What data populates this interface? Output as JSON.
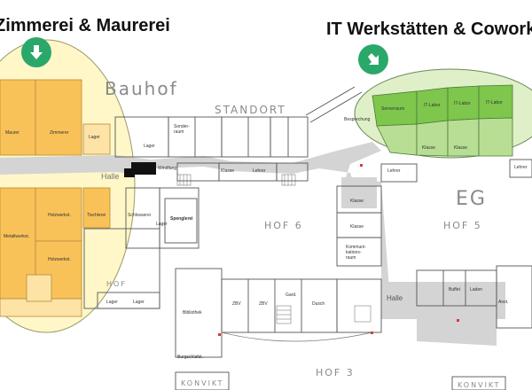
{
  "headings": {
    "left": "Zimmerei & Maurerei",
    "right": "IT Werkstätten & Cowork"
  },
  "areas": {
    "bauhof": "Bauhof",
    "standort": "STANDORT",
    "eg": "EG",
    "hof6": "HOF 6",
    "hof5": "HOF 5",
    "hof3": "HOF 3",
    "hof": "HOF",
    "konvikt_left": "KONVIKT",
    "konvikt_right": "KONVIKT"
  },
  "rooms": {
    "halle_left": "Halle",
    "halle_right": "Halle",
    "lager_1": "Lager",
    "lager_2": "Lager",
    "lager_3": "Lager",
    "lager_4": "Lager",
    "lager_5": "Lager",
    "schlosserei": "Schlosserei",
    "spenglerei": "Spenglerei",
    "windfang": "Windfang",
    "klasse_1": "Klasse",
    "klasse_2": "Klasse",
    "klasse_3": "Klasse",
    "klasse_4": "Klasse",
    "klasse_5": "Klasse",
    "lehrer_1": "Lehrer",
    "lehrer_2": "Lehrer",
    "lehrer_3": "Lehrer",
    "kommunikationsraum": "Kommuni-\nkations-\nraum",
    "bibliothek": "Bibliothek",
    "zbv_1": "ZBV",
    "zbv_2": "ZBV",
    "garde": "Gard.",
    "buffet": "Buffet",
    "laden": "Laden",
    "anst": "Anst.",
    "maurer": "Maurer",
    "zimmerer": "Zimmerer",
    "holzwerkstatt": "Holzwerkst.",
    "metallwerkstatt": "Metallwerkst.",
    "holzwerkstatt_2": "Holzwerkst.",
    "tischlerei": "Tischlerei",
    "sonder": "Sonder-\nraum",
    "serverraum": "Serverraum",
    "it_labor_1": "IT-Labor",
    "it_labor_2": "IT-Labor",
    "it_labor_3": "IT-Labor",
    "besprechung": "Besprechung",
    "dusch": "Dusch",
    "burgschule": "Burgschlafst."
  },
  "colors": {
    "highlight_orange": "#f9c259",
    "highlight_orange_light": "#fde3a6",
    "ellipse_yellow": "#fff7c8",
    "ellipse_green": "#dff0c8",
    "green_room": "#7ec64c",
    "green_room_light": "#b7de93",
    "corridor": "#cfcfcf",
    "arrow": "#2aa86a"
  },
  "icons": {
    "left_arrow": "arrow-down-icon",
    "right_arrow": "arrow-down-right-icon"
  }
}
